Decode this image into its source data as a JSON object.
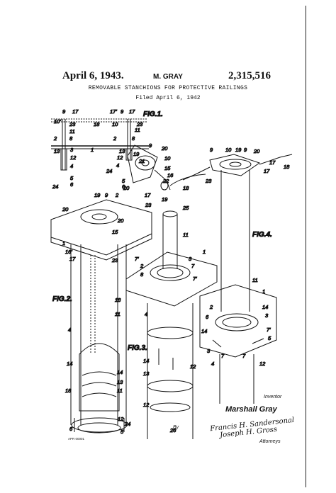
{
  "header": {
    "date": "April 6, 1943.",
    "inventor": "M. GRAY",
    "patent_number": "2,315,516",
    "title": "REMOVABLE STANCHIONS FOR PROTECTIVE RAILINGS",
    "filed": "Filed April 6, 1942"
  },
  "figures": {
    "fig1": "FIG.1.",
    "fig2": "FIG.2.",
    "fig3": "FIG.3.",
    "fig4": "FIG.4."
  },
  "signature_block": {
    "inventor_label": "Inventor",
    "inventor_name": "Marshall Gray",
    "by_label": "By",
    "signature_1": "Francis H. Sandersonal",
    "signature_2": "Joseph H. Gross",
    "attorneys_label": "Attorneys"
  },
  "small_note": "APR 00001"
}
